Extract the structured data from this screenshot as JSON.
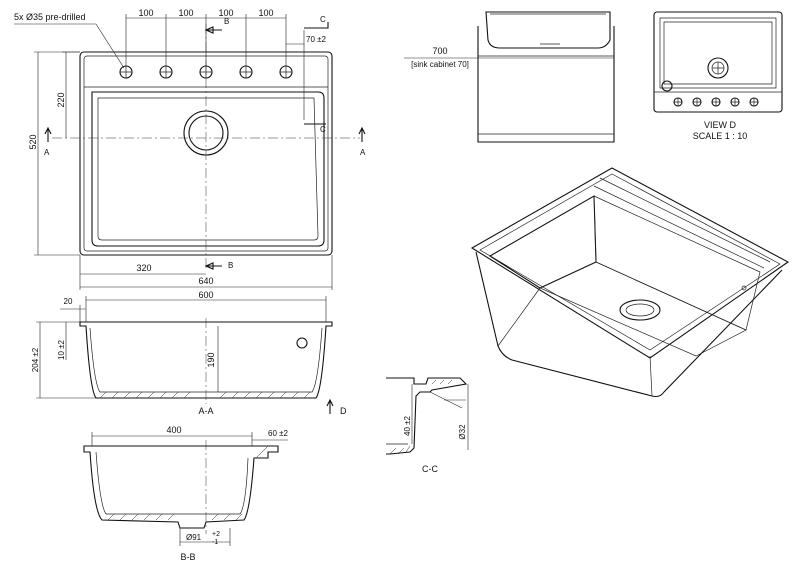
{
  "top_view": {
    "holes_note": "5x Ø35 pre-drilled",
    "spacing": [
      "100",
      "100",
      "100",
      "100"
    ],
    "c_offset": "70 ±2",
    "depth_220": "220",
    "height_520": "520",
    "width_320": "320",
    "width_640": "640",
    "section_a": "A",
    "section_b": "B",
    "section_c": "C"
  },
  "section_aa": {
    "label": "A-A",
    "width_600": "600",
    "offset_20": "20",
    "height_204": "204 ±2",
    "rim_10": "10 ±2",
    "depth_190": "190",
    "view_d": "D"
  },
  "section_bb": {
    "label": "B-B",
    "width_400": "400",
    "width_60": "60 ±2",
    "drain": "Ø91",
    "drain_tol_plus": "+2",
    "drain_tol_minus": "-1"
  },
  "section_cc": {
    "label": "C-C",
    "rim_40": "40 ±2",
    "hole_32": "Ø32"
  },
  "cabinet_view": {
    "width": "700",
    "note": "[sink cabinet 70]"
  },
  "view_d": {
    "title": "VIEW D",
    "scale": "SCALE 1 : 10"
  }
}
